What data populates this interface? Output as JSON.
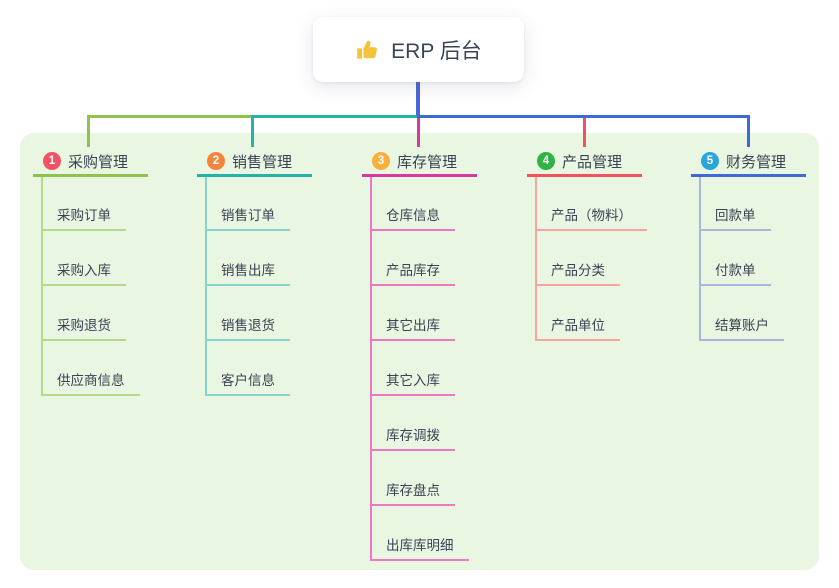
{
  "root": {
    "label": "ERP 后台",
    "icon": "thumbs-up-icon",
    "icon_color": "#f6c238"
  },
  "canvas": {
    "background": "#ffffff",
    "panel_background": "#e9f6e1",
    "text_color": "#3a4254"
  },
  "connectors": {
    "root_line_color": "#4c66d6",
    "bus_segment_colors": [
      "#8ec34e",
      "#24b2a9",
      "#3f6ad6"
    ]
  },
  "branches": [
    {
      "number": "1",
      "label": "采购管理",
      "badge_color": "#f05365",
      "line_color": "#8ec34e",
      "child_line_color": "#b5d98b",
      "children": [
        "采购订单",
        "采购入库",
        "采购退货",
        "供应商信息"
      ]
    },
    {
      "number": "2",
      "label": "销售管理",
      "badge_color": "#f6853b",
      "line_color": "#24b2a9",
      "child_line_color": "#85d3cc",
      "children": [
        "销售订单",
        "销售出库",
        "销售退货",
        "客户信息"
      ]
    },
    {
      "number": "3",
      "label": "库存管理",
      "badge_color": "#fbb03c",
      "line_color": "#d63a9e",
      "child_line_color": "#ee79c3",
      "children": [
        "仓库信息",
        "产品库存",
        "其它出库",
        "其它入库",
        "库存调拨",
        "库存盘点",
        "出库库明细"
      ]
    },
    {
      "number": "4",
      "label": "产品管理",
      "badge_color": "#2fb344",
      "line_color": "#f2525f",
      "child_line_color": "#f8a2a2",
      "children": [
        "产品（物料）",
        "产品分类",
        "产品单位"
      ]
    },
    {
      "number": "5",
      "label": "财务管理",
      "badge_color": "#2aa5dd",
      "line_color": "#3f6ad6",
      "child_line_color": "#a7b7de",
      "children": [
        "回款单",
        "付款单",
        "结算账户"
      ]
    }
  ]
}
